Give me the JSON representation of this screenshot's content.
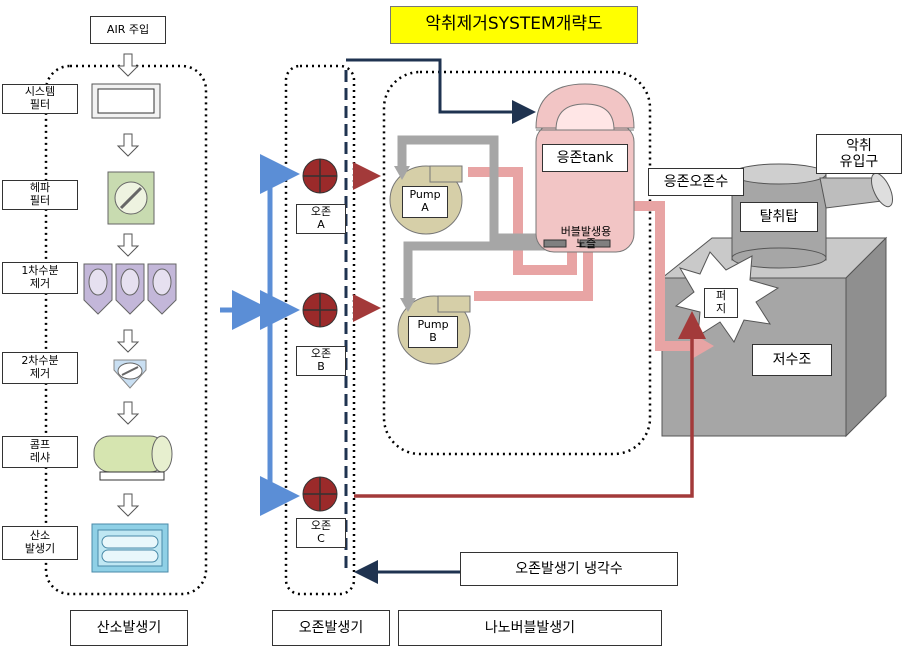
{
  "title": "악취제거SYSTEM개략도",
  "colors": {
    "title_bg": "#ffff00",
    "air_line": "#5b8ed6",
    "ozone_line": "#a33a3a",
    "dark_line": "#1f3350",
    "gray_pipe": "#a6a6a6",
    "pink_pipe": "#e8a4a4",
    "tank": "#f2c5c5",
    "pump": "#d6cfa8",
    "reservoir": "#a6a6a6"
  },
  "oxygen_section": {
    "air_input": "AIR 주입",
    "steps": [
      {
        "label": "시스템\n필터",
        "icon": "filter-box-icon"
      },
      {
        "label": "헤파\n필터",
        "icon": "hepa-filter-icon"
      },
      {
        "label": "1차수분\n제거",
        "icon": "moisture-trap-icon"
      },
      {
        "label": "2차수분\n제거",
        "icon": "droplet-filter-icon"
      },
      {
        "label": "콤프\n레샤",
        "icon": "compressor-icon"
      },
      {
        "label": "산소\n발생기",
        "icon": "oxygen-generator-icon"
      }
    ],
    "section_label": "산소발생기"
  },
  "ozone_section": {
    "units": [
      "오존\nA",
      "오존\nB",
      "오존\nC"
    ],
    "section_label": "오존발생기"
  },
  "nano_section": {
    "tank_label": "응존tank",
    "nozzle_label": "버블발생용\n노즐",
    "pumps": [
      "Pump\nA",
      "Pump\nB"
    ],
    "section_label": "나노버블발생기"
  },
  "right_section": {
    "dissolved_ozone_label": "응존오존수",
    "odor_inlet_label": "악취\n유입구",
    "deodor_tower_label": "탈취탑",
    "purge_label": "퍼\n지",
    "reservoir_label": "저수조",
    "cooling_label": "오존발생기 냉각수"
  }
}
